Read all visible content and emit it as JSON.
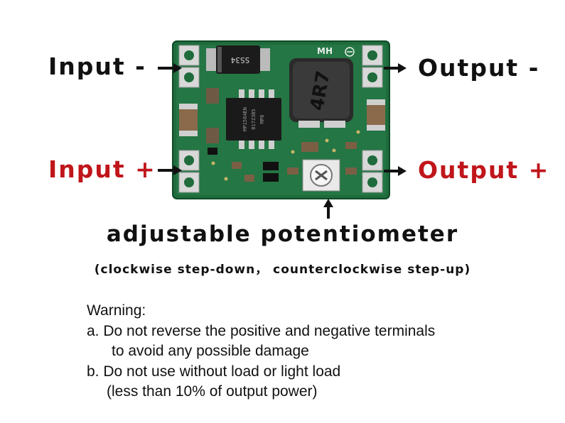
{
  "labels": {
    "input_neg": "Input -",
    "input_pos": "Input +",
    "output_neg": "Output -",
    "output_pos": "Output +"
  },
  "board": {
    "silkscreen": "MH",
    "diode_marking": "SS34",
    "inductor_marking": "4R7",
    "ic_marking_1": "MP1584EN",
    "ic_marking_2": "B17Z3B5",
    "ic_marking_3": "MP8"
  },
  "potentiometer": {
    "title": "adjustable potentiometer",
    "note": "(clockwise step-down， counterclockwise step-up)"
  },
  "warning": {
    "heading": "Warning:",
    "line_a": "a. Do not reverse the positive and negative terminals",
    "line_a_cont": "to avoid any possible damage",
    "line_b": "b. Do not use without load or light load",
    "line_b_cont": "(less than 10% of output power)"
  },
  "colors": {
    "pcb": "#1f6b3c",
    "positive_label": "#c0161b",
    "negative_label": "#111111"
  }
}
